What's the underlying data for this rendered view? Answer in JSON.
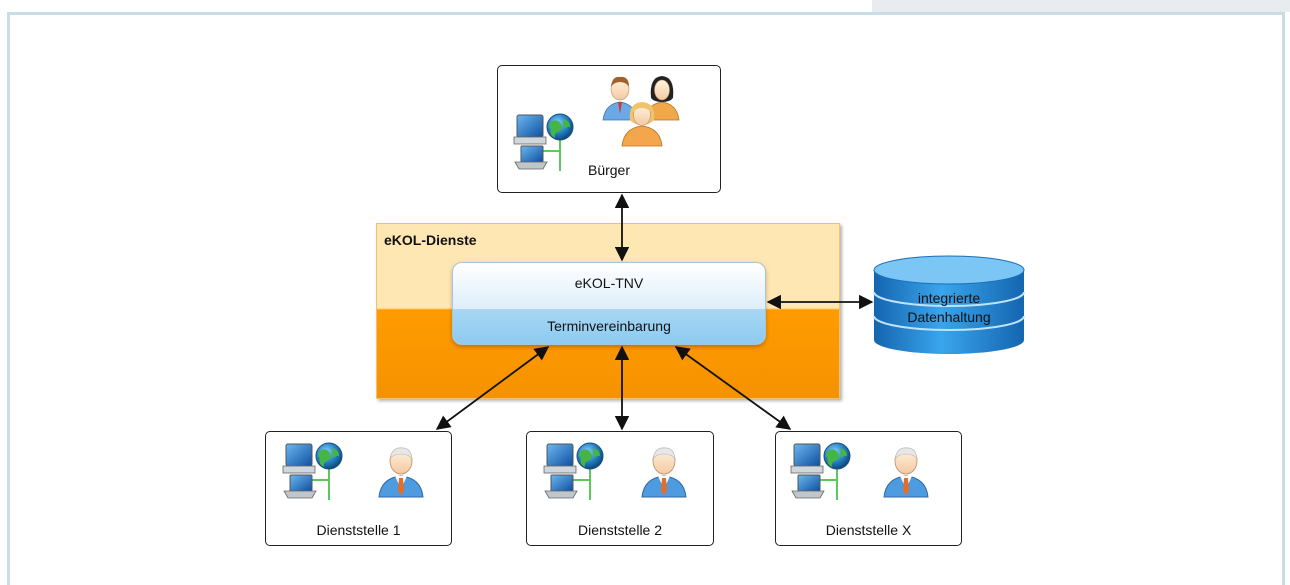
{
  "diagram": {
    "nodes": {
      "buerger": {
        "label": "Bürger"
      },
      "services": {
        "title": "eKOL-Dienste"
      },
      "tnv": {
        "name": "eKOL-TNV",
        "subtitle": "Terminvereinbarung"
      },
      "database": {
        "label_line1": "integrierte",
        "label_line2": "Datenhaltung"
      },
      "office1": {
        "label": "Dienststelle 1"
      },
      "office2": {
        "label": "Dienststelle 2"
      },
      "officeX": {
        "label": "Dienststelle X"
      }
    },
    "connections": [
      {
        "from": "buerger",
        "to": "tnv",
        "bidirectional": true
      },
      {
        "from": "tnv",
        "to": "database",
        "bidirectional": true
      },
      {
        "from": "tnv",
        "to": "office1",
        "bidirectional": true
      },
      {
        "from": "tnv",
        "to": "office2",
        "bidirectional": true
      },
      {
        "from": "tnv",
        "to": "officeX",
        "bidirectional": true
      }
    ],
    "icons": [
      "computer-network-icon",
      "user-group-icon",
      "user-icon",
      "database-icon"
    ],
    "colors": {
      "services_light": "#ffe7b4",
      "services_dark": "#f59200",
      "tnv_lower": "#8ccbf0",
      "database": "#1f86d0"
    }
  }
}
